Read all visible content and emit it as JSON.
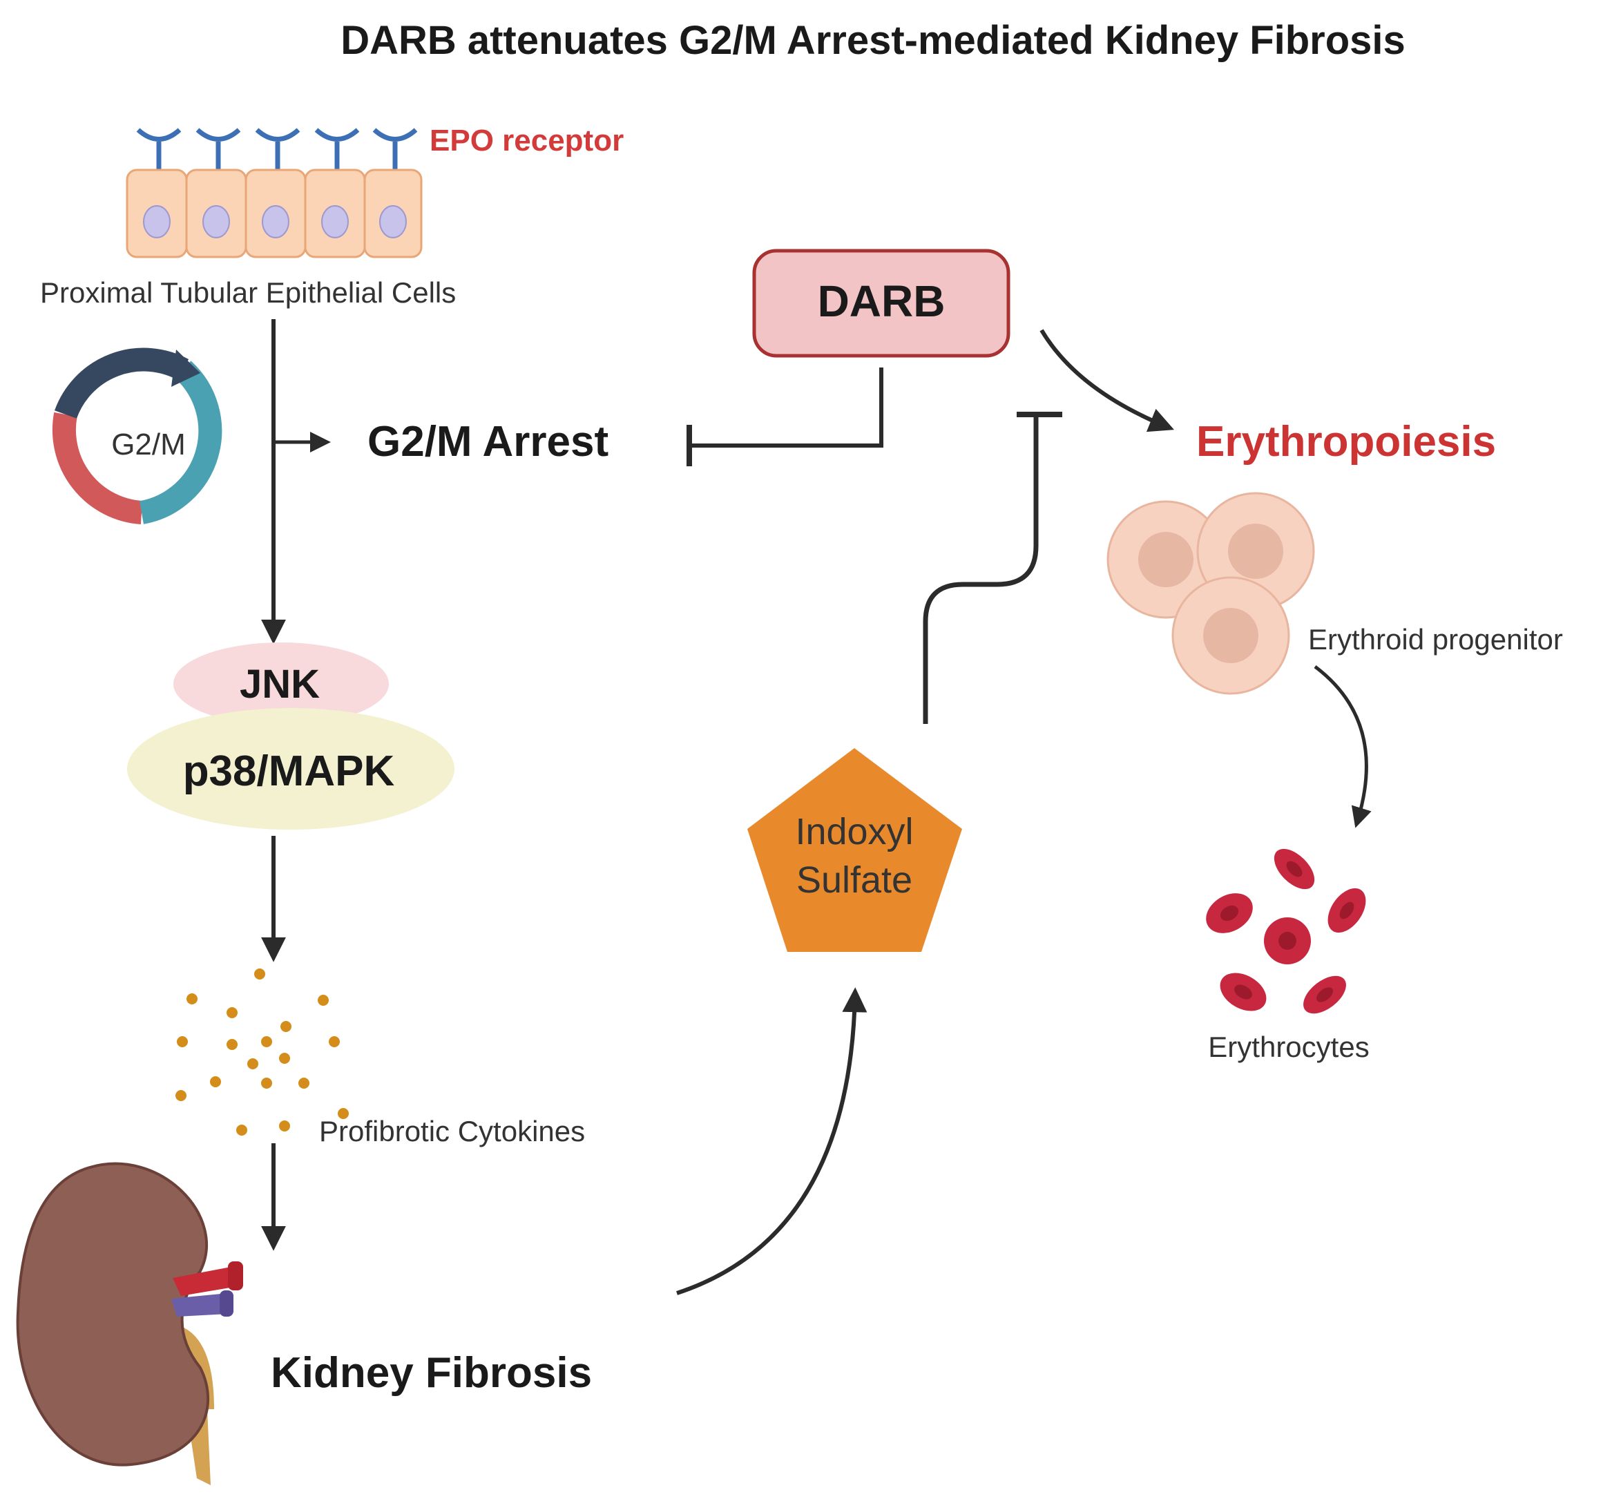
{
  "title": "DARB attenuates G2/M Arrest-mediated Kidney Fibrosis",
  "labels": {
    "epo_receptor": "EPO receptor",
    "ptec": "Proximal Tubular Epithelial Cells",
    "cell_cycle": "G2/M",
    "g2m_arrest": "G2/M Arrest",
    "darb": "DARB",
    "erythropoiesis": "Erythropoiesis",
    "jnk": "JNK",
    "p38": "p38/MAPK",
    "cytokines": "Profibrotic Cytokines",
    "kidney_fibrosis": "Kidney Fibrosis",
    "indoxyl_line1": "Indoxyl",
    "indoxyl_line2": "Sulfate",
    "erythroid_progenitor": "Erythroid progenitor",
    "erythrocytes": "Erythrocytes"
  },
  "colors": {
    "epo_text": "#d33b3b",
    "erythropoiesis_text": "#cc3333",
    "darb_fill": "#f2c4c6",
    "darb_stroke": "#a83232",
    "jnk_fill": "#f8dadd",
    "p38_fill": "#f3f1cf",
    "indoxyl_fill": "#e8892b",
    "cell_fill": "#fbd3b5",
    "nucleus_fill": "#c7c3ea",
    "receptor_blue": "#3d6fb5",
    "progenitor_fill": "#f7d2c0",
    "erythrocyte_red": "#c8283f",
    "cytokine_dot": "#d48d1a",
    "arrow": "#2b2b2b",
    "cycle_dark": "#36485f",
    "cycle_teal": "#4aa1b2",
    "cycle_red": "#d2595a"
  }
}
